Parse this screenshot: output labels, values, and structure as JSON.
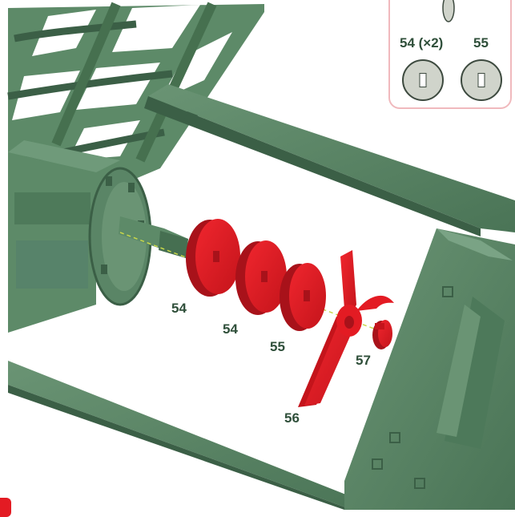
{
  "labels": {
    "part_54_first": "54",
    "part_54_second": "54",
    "part_55": "55",
    "part_56": "56",
    "part_57": "57"
  },
  "callout": {
    "label_54": "54 (×2)",
    "label_55": "55"
  },
  "colors": {
    "frame": "#4f7a5c",
    "frame_light": "#6a9474",
    "frame_dark": "#3b5f46",
    "red_part": "#e31b23",
    "red_part_dark": "#a8121a",
    "label_text": "#2f4f3a",
    "callout_border": "#f0b9bd",
    "part_gray": "#d0d4cb",
    "axis_dash": "#c9d74a"
  }
}
